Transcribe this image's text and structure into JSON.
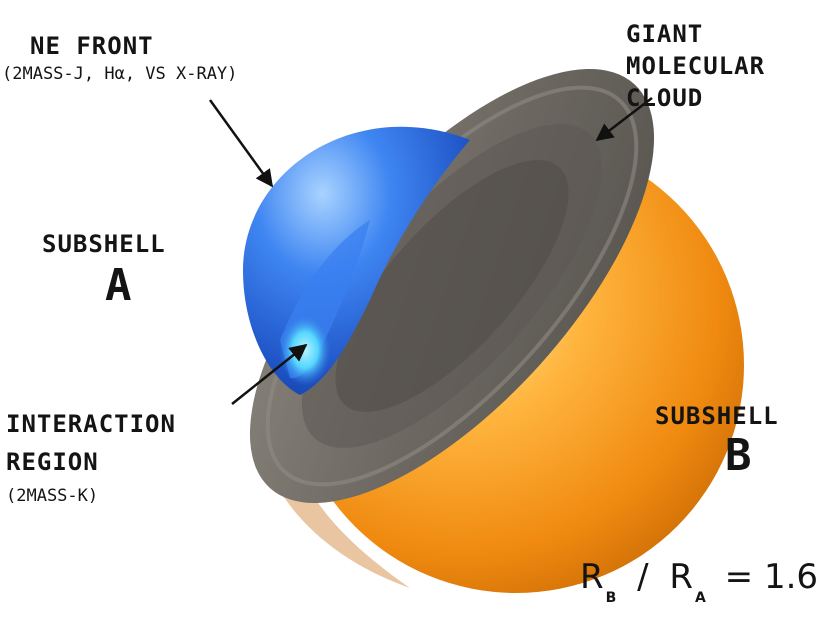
{
  "labels": {
    "ne_front_title": "NE FRONT",
    "ne_front_sub": "(2MASS-J, Hα, VS X-RAY)",
    "giant_cloud_line1": "GIANT",
    "giant_cloud_line2": "MOLECULAR",
    "giant_cloud_line3": "CLOUD",
    "subshell_a_word": "SUBSHELL",
    "subshell_a_letter": "A",
    "interaction_line1": "INTERACTION",
    "interaction_line2": "REGION",
    "interaction_sub": "(2MASS-K)",
    "subshell_b_word": "SUBSHELL",
    "subshell_b_letter": "B",
    "ratio_r1": "R",
    "ratio_sub1": "B",
    "ratio_slash": "/",
    "ratio_r2": "R",
    "ratio_sub2": "A",
    "ratio_eq": "= 1.6"
  },
  "colors": {
    "subshell_b": "#f39a17",
    "subshell_a": "#2f6fe0",
    "cloud": "#6e6a64",
    "interaction_glow": "#55d6ff",
    "rim": "#e8c29c"
  }
}
